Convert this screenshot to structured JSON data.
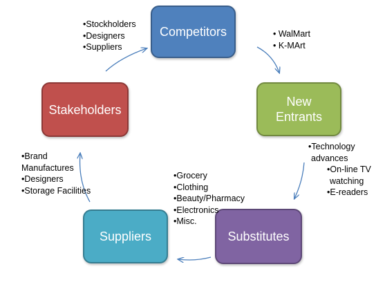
{
  "nodes": {
    "competitors": {
      "label": "Competitors",
      "fill": "#4f81bd",
      "stroke": "#385d8a"
    },
    "new_entrants": {
      "line1": "New",
      "line2": "Entrants",
      "fill": "#9bbb59",
      "stroke": "#71893f"
    },
    "substitutes": {
      "label": "Substitutes",
      "fill": "#8064a2",
      "stroke": "#5c4776"
    },
    "suppliers": {
      "label": "Suppliers",
      "fill": "#4bacc6",
      "stroke": "#357d91"
    },
    "stakeholders": {
      "label": "Stakeholders",
      "fill": "#c0504d",
      "stroke": "#8c3836"
    }
  },
  "notes": {
    "competitors": [
      "•Stockholders",
      "•Designers",
      "•Suppliers"
    ],
    "new_entrants": [
      "•  WalMart",
      "•  K-MArt"
    ],
    "substitutes": [
      "•Technology",
      "advances",
      "•On-line TV",
      "watching",
      "•E-readers"
    ],
    "suppliers": [
      "•Grocery",
      "•Clothing",
      "•Beauty/Pharmacy",
      "•Electronics",
      "•Misc."
    ],
    "stakeholders": [
      "•Brand",
      "Manufactures",
      "•Designers",
      "•Storage Facilities"
    ]
  },
  "arrow_color": "#4a7ebb"
}
